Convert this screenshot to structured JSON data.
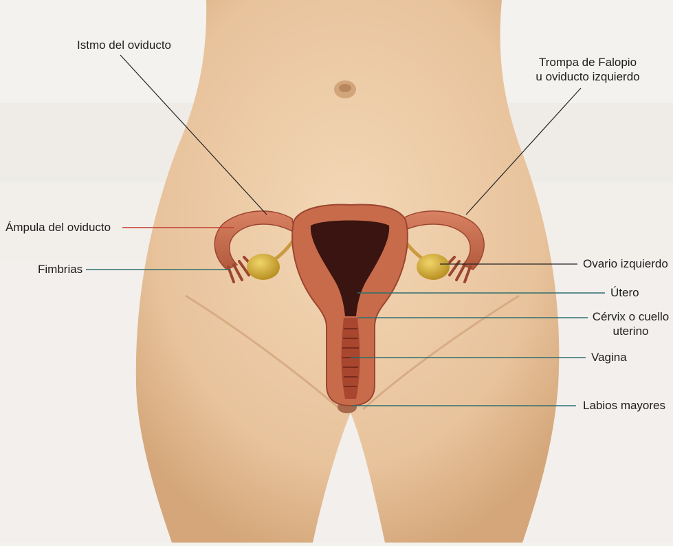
{
  "labels": {
    "istmo": "Istmo del oviducto",
    "trompa_1": "Trompa de Falopio",
    "trompa_2": "u oviducto izquierdo",
    "ampula": "Ámpula del oviducto",
    "fimbrias": "Fimbrias",
    "ovario": "Ovario izquierdo",
    "utero": "Útero",
    "cervix_1": "Cérvix o cuello",
    "cervix_2": "uterino",
    "vagina": "Vagina",
    "labios": "Labios mayores"
  },
  "colors": {
    "skin": "#ecc9a4",
    "skin_shadow": "#d9ad82",
    "tissue": "#c76b4a",
    "tissue_dark": "#9c4530",
    "cavity": "#3a1410",
    "ovary": "#d6b240",
    "leader_red": "#c23a30",
    "leader_teal": "#2e6f6f",
    "leader_dark": "#222222"
  }
}
